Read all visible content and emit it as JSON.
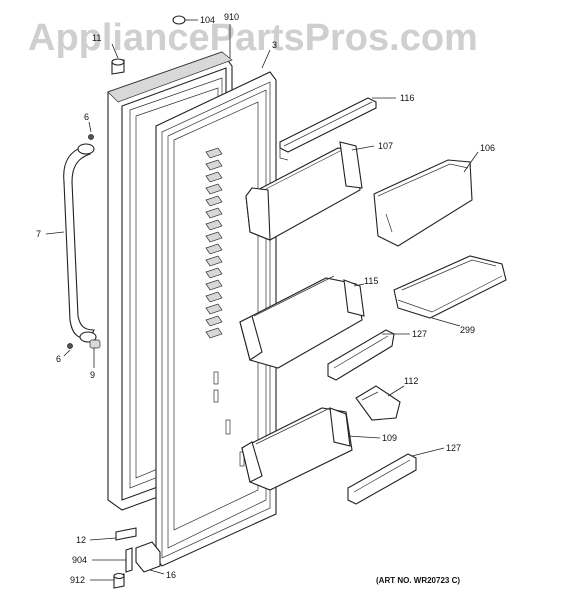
{
  "watermark": "AppliancePartsPros.com",
  "art_number": "(ART NO. WR20723 C)",
  "callouts": {
    "c104": "104",
    "c910": "910",
    "c11": "11",
    "c3": "3",
    "c116": "116",
    "c6a": "6",
    "c107": "107",
    "c106": "106",
    "c7": "7",
    "c115": "115",
    "c127a": "127",
    "c299": "299",
    "c6b": "6",
    "c9": "9",
    "c112": "112",
    "c109": "109",
    "c127b": "127",
    "c12": "12",
    "c904": "904",
    "c16": "16",
    "c912": "912"
  }
}
